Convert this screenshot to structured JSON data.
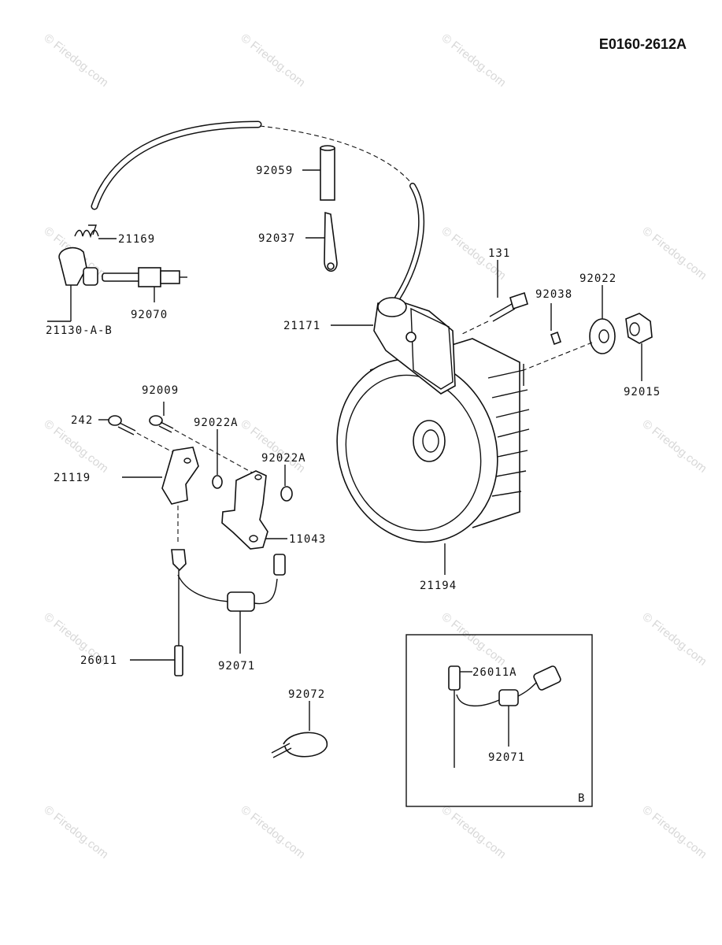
{
  "diagram_code": "E0160-2612A",
  "watermark_text": "© Firedog.com",
  "inset_label": "B",
  "parts": {
    "p92059": "92059",
    "p92037": "92037",
    "p21169": "21169",
    "p21130": "21130-A-B",
    "p92070": "92070",
    "p131": "131",
    "p92038": "92038",
    "p92022": "92022",
    "p92015": "92015",
    "p21171": "21171",
    "p92009": "92009",
    "p242": "242",
    "p92022A_1": "92022A",
    "p92022A_2": "92022A",
    "p21119": "21119",
    "p11043": "11043",
    "p21194": "21194",
    "p26011": "26011",
    "p92071": "92071",
    "p92072": "92072",
    "p26011A": "26011A",
    "p92071_b": "92071"
  }
}
